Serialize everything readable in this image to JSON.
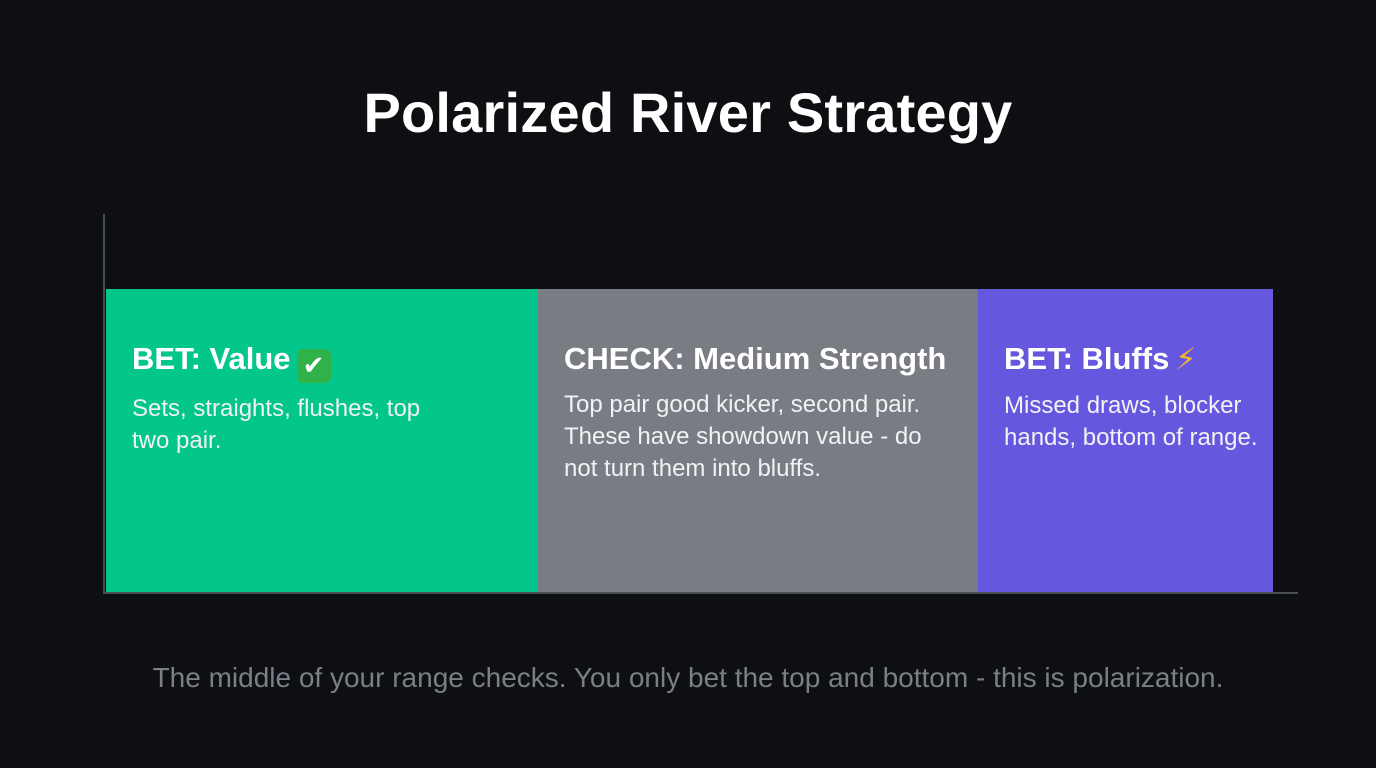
{
  "title": "Polarized River Strategy",
  "segments": [
    {
      "title": "BET: Value",
      "icon": "check-mark-icon",
      "icon_glyph": "✔",
      "body": "Sets, straights, flushes, top two pair.",
      "color": "#03c68a"
    },
    {
      "title": "CHECK: Medium Strength",
      "body": "Top pair good kicker, second pair. These have showdown value - do not turn them into bluffs.",
      "color": "#7a7c84"
    },
    {
      "title": "BET: Bluffs",
      "icon": "lightning-icon",
      "icon_glyph": "⚡",
      "body": "Missed draws, blocker hands, bottom of range.",
      "color": "#6558de"
    }
  ],
  "caption": "The middle of your range checks. You only bet the top and bottom - this is polarization.",
  "colors": {
    "background": "#0e0f13",
    "axis": "#4a4d55",
    "caption": "#7b7e86"
  }
}
